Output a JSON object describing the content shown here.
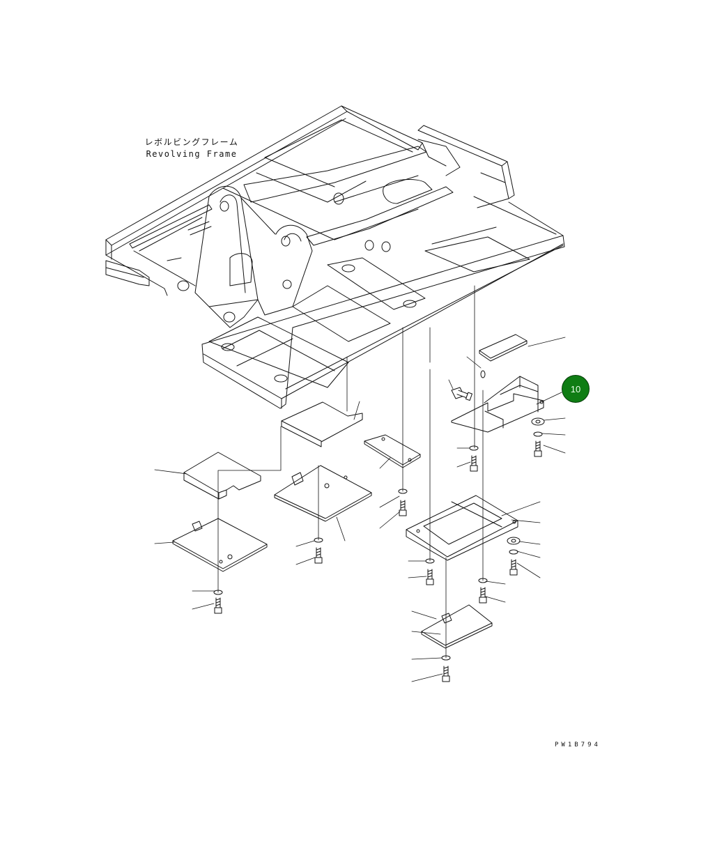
{
  "diagram": {
    "frame_label_jp": "レボルビングフレーム",
    "frame_label_en": "Revolving Frame",
    "drawing_number": "PW1B794",
    "callout": {
      "number": "10",
      "color": "#0f7d14"
    }
  }
}
